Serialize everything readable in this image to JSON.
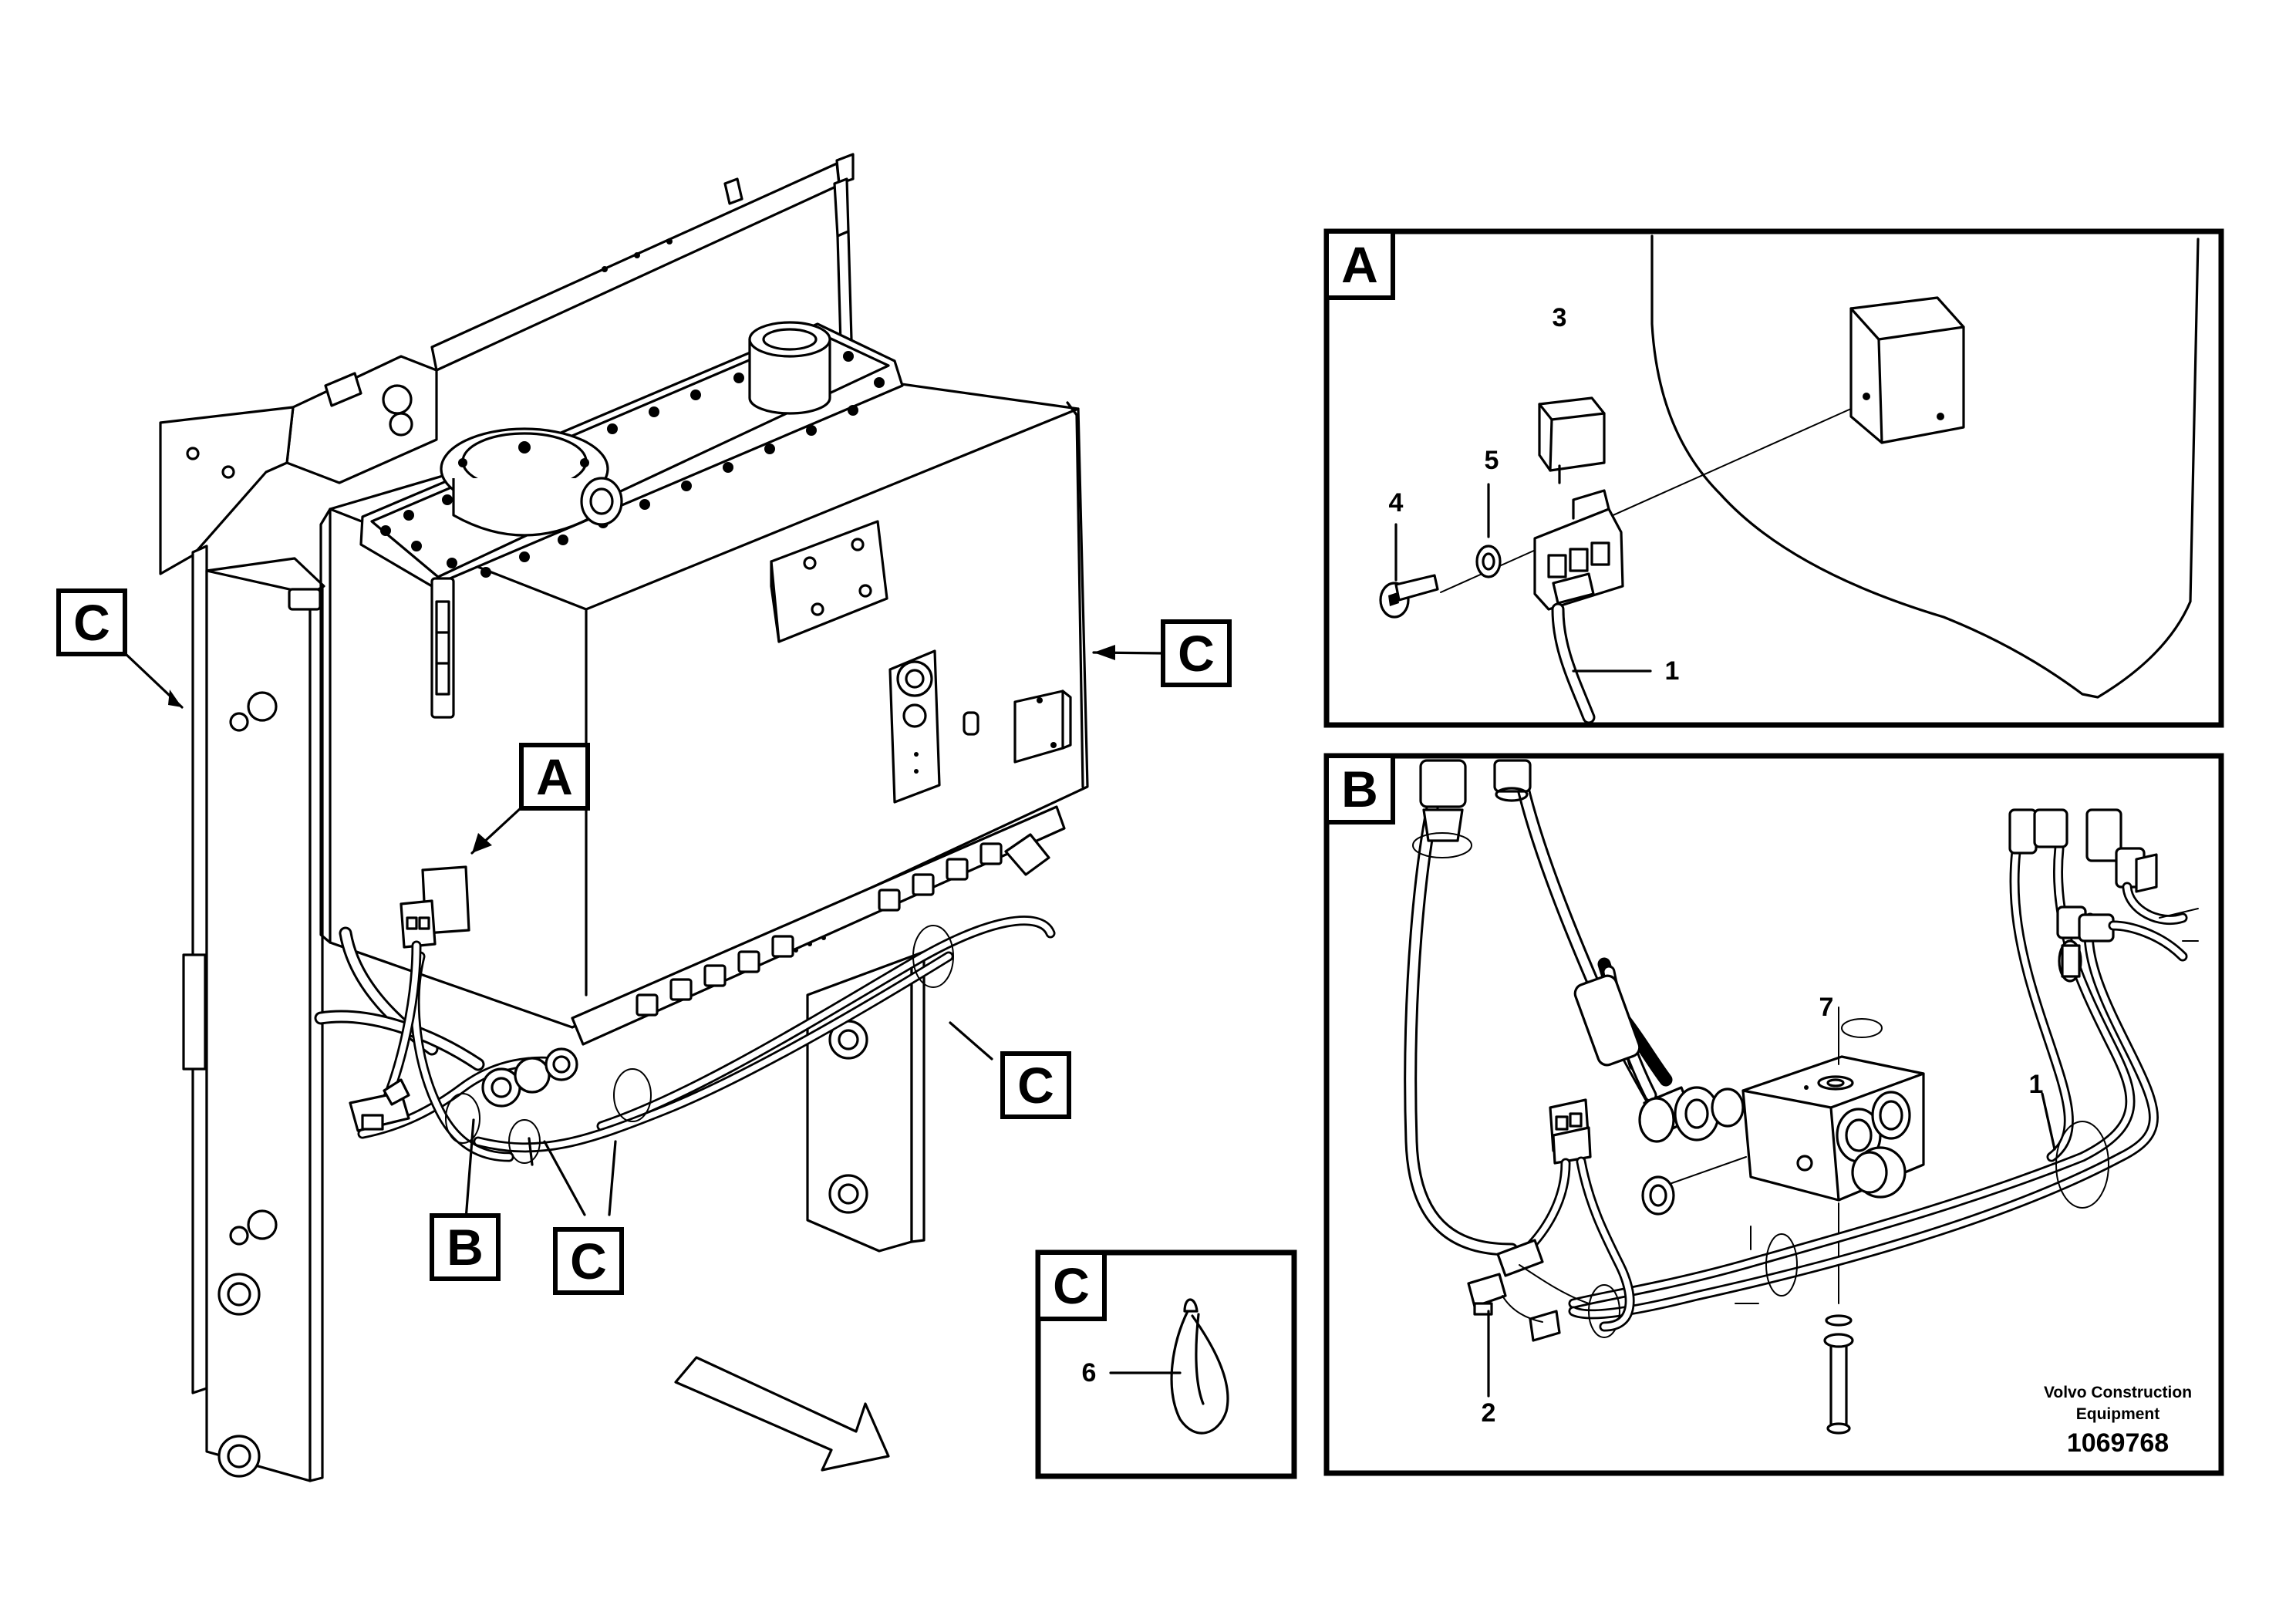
{
  "callouts": {
    "main_left": "C",
    "main_right": "C",
    "main_a": "A",
    "main_b": "B",
    "main_c_bottom": "C",
    "main_c_lower_right": "C"
  },
  "detail_a": {
    "title": "A",
    "items": [
      "1",
      "3",
      "4",
      "5"
    ]
  },
  "detail_b": {
    "title": "B",
    "items": [
      "1",
      "2",
      "7"
    ]
  },
  "detail_c": {
    "title": "C",
    "items": [
      "6"
    ]
  },
  "credit": {
    "line1": "Volvo Construction",
    "line2": "Equipment",
    "doc_number": "1069768"
  }
}
